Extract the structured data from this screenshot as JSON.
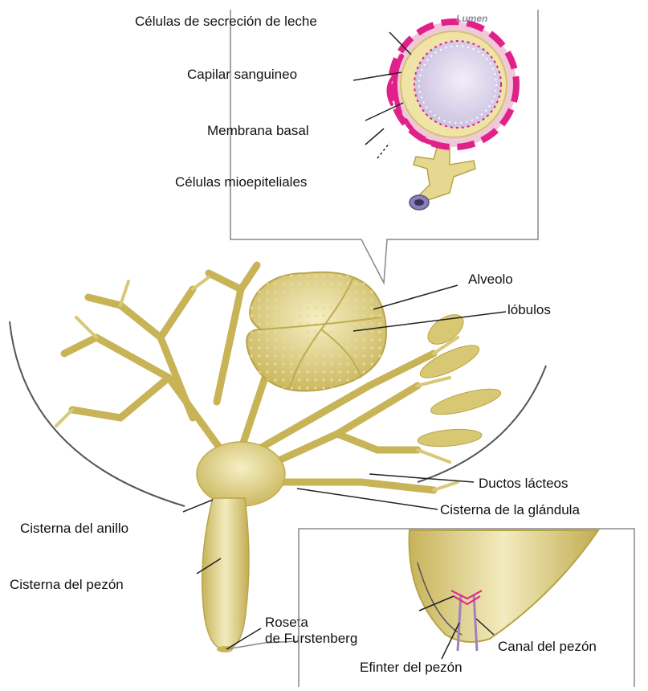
{
  "diagram": {
    "inset_top": {
      "labels": {
        "secretory_cells": "Células de secreción de leche",
        "lumen": "Lumen",
        "blood_capillary": "Capilar sanguineo",
        "basal_membrane": "Membrana basal",
        "myoepithelial_cells": "Células mioepiteliales"
      }
    },
    "main": {
      "labels": {
        "alveolus": "Alveolo",
        "lobules": "lóbulos",
        "milk_ducts": "Ductos lácteos",
        "gland_cistern": "Cisterna de la glándula",
        "annular_cistern": "Cisterna del anillo",
        "teat_cistern": "Cisterna del pezón",
        "furstenberg_rosette_line1": "Roseta",
        "furstenberg_rosette_line2": "de Furstenberg"
      }
    },
    "inset_bottom": {
      "labels": {
        "teat_canal": "Canal del pezón",
        "teat_sphincter": "Efinter del pezón"
      }
    },
    "colors": {
      "tissue": "#d9c873",
      "tissue_dark": "#b8a448",
      "tissue_light": "#f2e8b0",
      "capillary": "#e0218a",
      "lumen": "#d8d0ea",
      "outline": "#555555"
    }
  }
}
